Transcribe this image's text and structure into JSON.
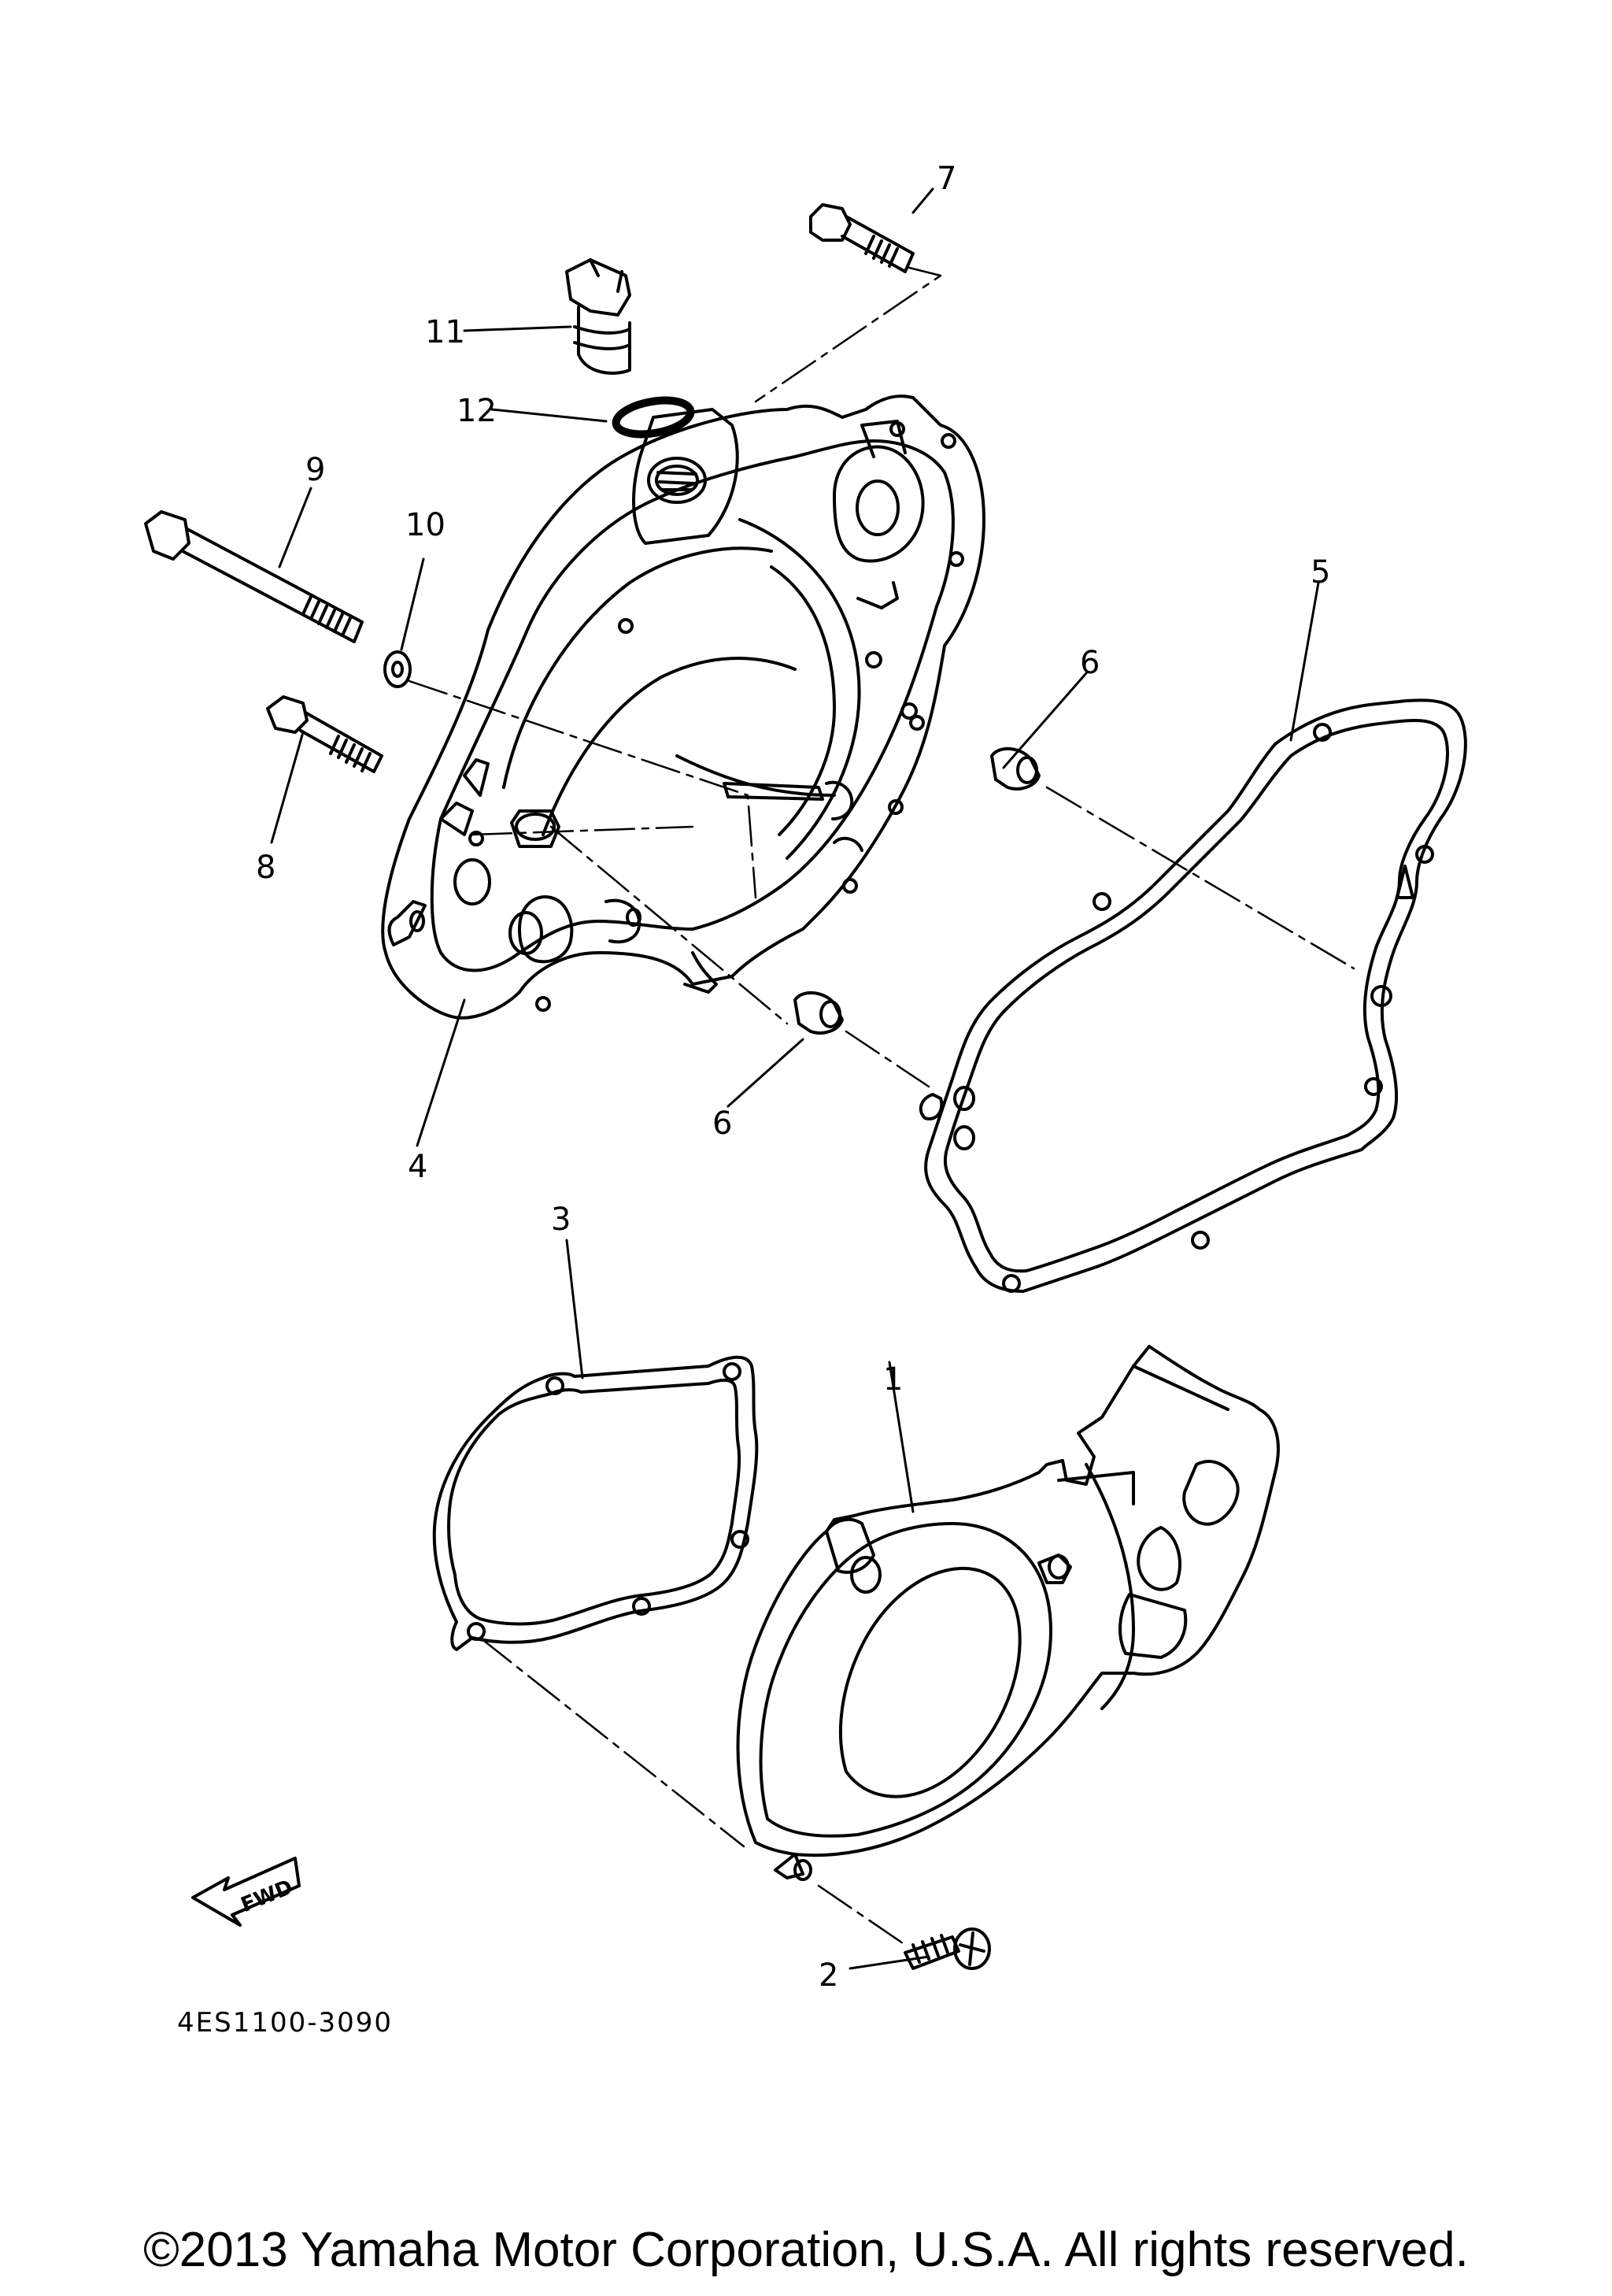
{
  "diagram": {
    "drawing_code": "4ES1100-3090",
    "fwd_label": "FWD",
    "callouts": [
      "1",
      "2",
      "3",
      "4",
      "5",
      "6",
      "6",
      "7",
      "8",
      "9",
      "10",
      "11",
      "12"
    ]
  },
  "footer": {
    "copyright": "©2013 Yamaha Motor Corporation, U.S.A. All rights reserved."
  },
  "colors": {
    "line": "#000000",
    "background": "#ffffff"
  }
}
